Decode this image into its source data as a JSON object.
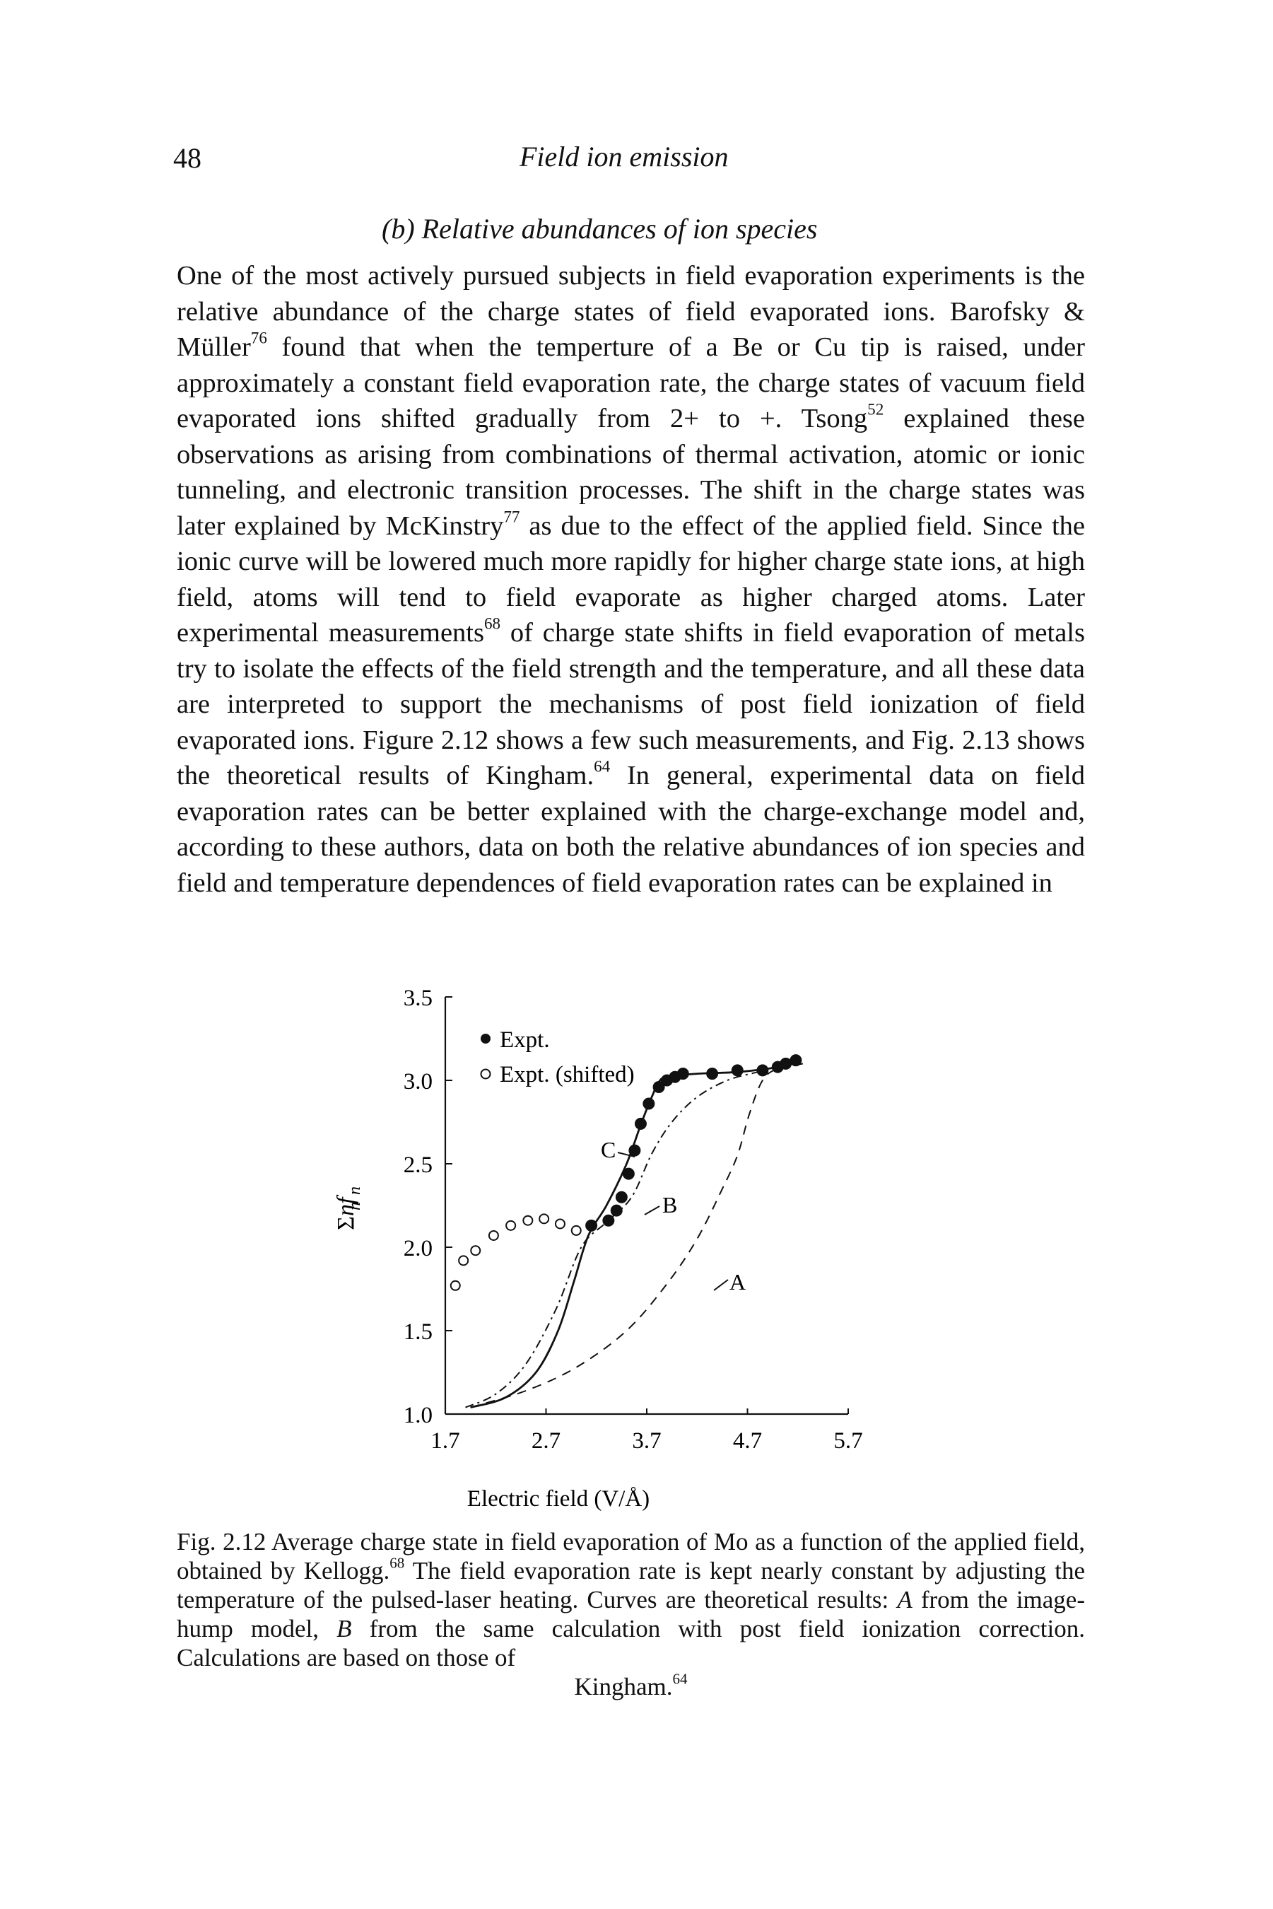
{
  "header": {
    "page_number": "48",
    "running_title": "Field ion emission"
  },
  "section": {
    "heading": "(b) Relative abundances of ion species"
  },
  "body": {
    "s1": "One of the most actively pursued subjects in field evaporation experiments is the relative abundance of the charge states of field evaporated ions. Barofsky & Müller",
    "ref1": "76",
    "s2": " found that when the temperture of a Be or Cu tip is raised, under approximately a constant field evaporation rate, the charge states of vacuum field evaporated ions shifted gradually from 2+ to +. Tsong",
    "ref2": "52",
    "s3": " explained these observations as arising from combinations of thermal activation, atomic or ionic tunneling, and electronic transition processes. The shift in the charge states was later explained by McKinstry",
    "ref3": "77",
    "s4": " as due to the effect of the applied field. Since the ionic curve will be lowered much more rapidly for higher charge state ions, at high field, atoms will tend to field evaporate as higher charged atoms. Later experimental measurements",
    "ref4": "68",
    "s5": " of charge state shifts in field evaporation of metals try to isolate the effects of the field strength and the temperature, and all these data are interpreted to support the mechanisms of post field ionization of field evaporated ions. Figure 2.12 shows a few such measurements, and Fig. 2.13 shows the theoretical results of Kingham.",
    "ref5": "64",
    "s6": " In general, experimental data on field evaporation rates can be better explained with the charge-exchange model and, according to these authors, data on both the relative abundances of ion species and field and temperature dependences of field evaporation rates can be explained in"
  },
  "chart_data": {
    "type": "scatter",
    "xlabel": "Electric field (V/Å)",
    "ylabel": "Σ nf_n / n",
    "xlim": [
      1.7,
      5.7
    ],
    "ylim": [
      1.0,
      3.5
    ],
    "x_ticks": [
      "1.7",
      "2.7",
      "3.7",
      "4.7",
      "5.7"
    ],
    "y_ticks": [
      "1.0",
      "1.5",
      "2.0",
      "2.5",
      "3.0",
      "3.5"
    ],
    "legend": [
      "Expt.",
      "Expt. (shifted)"
    ],
    "legend_position": "top-left",
    "series": [
      {
        "name": "Expt.",
        "marker": "filled",
        "x": [
          3.15,
          3.32,
          3.4,
          3.45,
          3.52,
          3.58,
          3.64,
          3.72,
          3.82,
          3.9,
          3.98,
          4.06,
          4.35,
          4.6,
          4.85,
          5.0,
          5.08,
          5.18
        ],
        "y": [
          2.13,
          2.16,
          2.22,
          2.3,
          2.44,
          2.58,
          2.74,
          2.86,
          2.96,
          3.0,
          3.02,
          3.04,
          3.04,
          3.06,
          3.06,
          3.08,
          3.1,
          3.12
        ]
      },
      {
        "name": "Expt. (shifted)",
        "marker": "open",
        "x": [
          1.8,
          1.88,
          2.0,
          2.18,
          2.35,
          2.52,
          2.68,
          2.84,
          3.0
        ],
        "y": [
          1.77,
          1.92,
          1.98,
          2.07,
          2.13,
          2.16,
          2.17,
          2.14,
          2.1
        ]
      }
    ],
    "curves": [
      {
        "label": "A",
        "style": "dashed",
        "x": [
          1.95,
          2.5,
          3.0,
          3.5,
          3.9,
          4.2,
          4.45,
          4.6,
          4.72,
          4.85,
          5.0,
          5.25
        ],
        "y": [
          1.04,
          1.14,
          1.28,
          1.5,
          1.78,
          2.05,
          2.35,
          2.55,
          2.8,
          3.0,
          3.07,
          3.1
        ]
      },
      {
        "label": "B",
        "style": "dash-dot",
        "x": [
          1.9,
          2.2,
          2.5,
          2.8,
          3.05,
          3.3,
          3.55,
          3.75,
          3.95,
          4.2,
          4.5,
          4.8,
          5.1
        ],
        "y": [
          1.04,
          1.12,
          1.3,
          1.63,
          2.0,
          2.15,
          2.3,
          2.56,
          2.75,
          2.9,
          3.0,
          3.05,
          3.1
        ]
      },
      {
        "label": "C",
        "style": "solid",
        "x": [
          1.95,
          2.3,
          2.6,
          2.82,
          2.98,
          3.12,
          3.3,
          3.5,
          3.65,
          3.75,
          3.82,
          3.9,
          4.2,
          4.6,
          5.0,
          5.2
        ],
        "y": [
          1.04,
          1.1,
          1.25,
          1.5,
          1.8,
          2.07,
          2.25,
          2.5,
          2.75,
          2.9,
          2.99,
          3.02,
          3.04,
          3.05,
          3.08,
          3.12
        ]
      }
    ]
  },
  "figure_labels": {
    "ylabel_sum": "Σ",
    "ylabel_n": "n",
    "ylabel_nf": "nf",
    "ylabel_sub": "n"
  },
  "caption": {
    "c1": "Fig. 2.12 Average charge state in field evaporation of Mo as a function of the applied field, obtained by Kellogg.",
    "ref1": "68",
    "c2": " The field evaporation rate is kept nearly constant by adjusting the temperature of the pulsed-laser heating. Curves are theoretical results: ",
    "a": "A",
    "c3": " from the image-hump model, ",
    "b": "B",
    "c4": " from the same calculation with post field ionization correction. Calculations are based on those of",
    "c5": "Kingham.",
    "ref2": "64"
  }
}
